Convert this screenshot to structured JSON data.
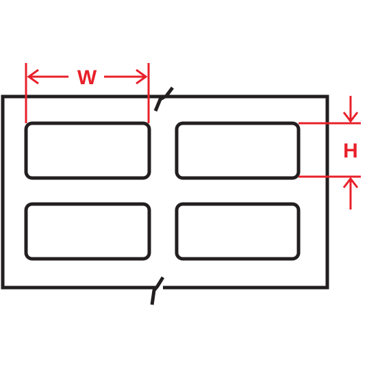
{
  "colors": {
    "outline": "#231f20",
    "dimension": "#e8202a",
    "background": "#ffffff"
  },
  "dimensions": {
    "width_label": "W",
    "height_label": "H"
  },
  "labels": {
    "rows": 2,
    "columns": 2
  }
}
